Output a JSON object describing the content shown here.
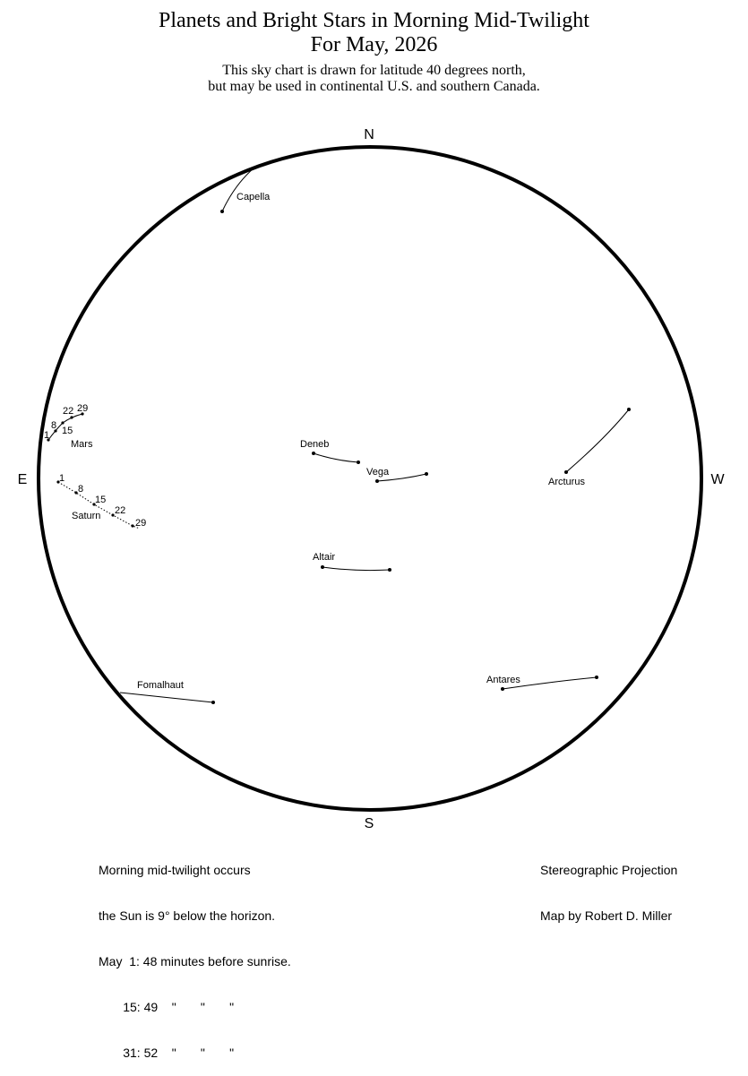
{
  "header": {
    "title_line1": "Planets and Bright Stars in Morning Mid-Twilight",
    "title_line2": "For May, 2026",
    "subtitle_line1": "This sky chart is drawn for latitude 40 degrees north,",
    "subtitle_line2": "but may be used in continental U.S. and southern Canada."
  },
  "compass": {
    "north": "N",
    "south": "S",
    "east": "E",
    "west": "W"
  },
  "stars": [
    {
      "name": "Capella",
      "label": "Capella"
    },
    {
      "name": "Deneb",
      "label": "Deneb"
    },
    {
      "name": "Vega",
      "label": "Vega"
    },
    {
      "name": "Arcturus",
      "label": "Arcturus"
    },
    {
      "name": "Altair",
      "label": "Altair"
    },
    {
      "name": "Fomalhaut",
      "label": "Fomalhaut"
    },
    {
      "name": "Antares",
      "label": "Antares"
    }
  ],
  "planets": [
    {
      "name": "Mars",
      "label": "Mars",
      "dates": [
        "1",
        "8",
        "15",
        "22",
        "29"
      ]
    },
    {
      "name": "Saturn",
      "label": "Saturn",
      "dates": [
        "1",
        "8",
        "15",
        "22",
        "29"
      ]
    }
  ],
  "footer": {
    "left_line1": "Morning mid-twilight occurs",
    "left_line2": "the Sun is 9° below the horizon.",
    "left_line3": "May  1: 48 minutes before sunrise.",
    "left_line4": "       15: 49    \"       \"       \"",
    "left_line5": "       31: 52    \"       \"       \"",
    "right_line1": "Stereographic Projection",
    "right_line2": "Map by Robert D. Miller"
  }
}
